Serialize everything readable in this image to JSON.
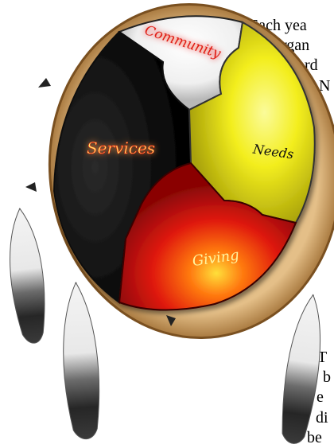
{
  "wheel": {
    "quadrants": {
      "top": "Community",
      "left": "Services",
      "right": "Needs",
      "bottom": "Giving"
    },
    "colors": {
      "white": "#f5f5f5",
      "black": "#0a0a0a",
      "yellow": "#f5f01a",
      "red": "#d4140c",
      "rim": "#d8b07a"
    }
  },
  "body_text": {
    "line1": "Each yea",
    "line2": "organ",
    "line3": "ord",
    "line4": "N",
    "line5": "T",
    "line6": "b",
    "line7": "e",
    "line8": "di",
    "line9": "be"
  }
}
